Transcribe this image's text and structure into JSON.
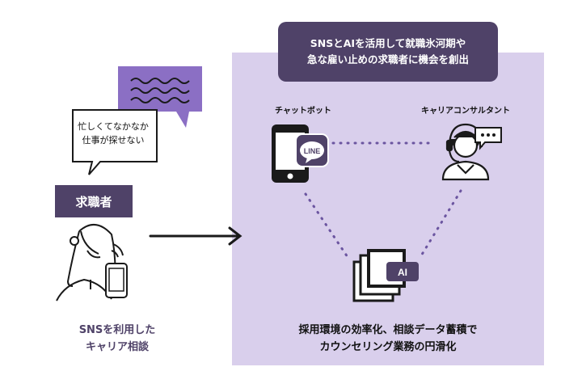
{
  "banner": {
    "line1": "SNSとAIを活用して就職氷河期や",
    "line2": "急な雇い止めの求職者に機会を創出"
  },
  "nodes": {
    "chatbot": "チャットボット",
    "consultant": "キャリアコンサルタント",
    "line_badge": "LINE",
    "ai_badge": "AI"
  },
  "benefit": {
    "line1": "採用環境の効率化、相談データ蓄積で",
    "line2": "カウンセリング業務の円滑化"
  },
  "job_seeker": {
    "label": "求職者",
    "speech_line1": "忙しくてなかなか",
    "speech_line2": "仕事が探せない"
  },
  "caption": {
    "line1": "SNSを利用した",
    "line2": "キャリア相談"
  },
  "colors": {
    "panel": "#d9cfec",
    "dark_purple": "#4f4268",
    "light_purple": "#8b6fc4",
    "ink": "#1a1a1a"
  }
}
